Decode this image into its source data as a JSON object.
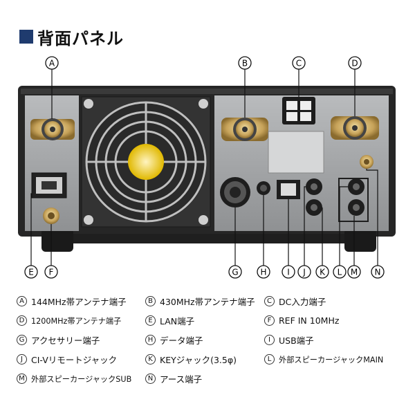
{
  "title": "背面パネル",
  "colors": {
    "title_square": "#1f3b6e",
    "chassis": "#2a2a2a",
    "plate": "#a7a9ab"
  },
  "labels": [
    "A",
    "B",
    "C",
    "D",
    "E",
    "F",
    "G",
    "H",
    "I",
    "J",
    "K",
    "L",
    "M",
    "N"
  ],
  "legend": [
    {
      "letter": "A",
      "text": "144MHz帯アンテナ端子"
    },
    {
      "letter": "B",
      "text": "430MHz帯アンテナ端子"
    },
    {
      "letter": "C",
      "text": "DC入力端子"
    },
    {
      "letter": "D",
      "text": "1200MHz帯アンテナ端子"
    },
    {
      "letter": "E",
      "text": "LAN端子"
    },
    {
      "letter": "F",
      "text": "REF IN 10MHz"
    },
    {
      "letter": "G",
      "text": "アクセサリー端子"
    },
    {
      "letter": "H",
      "text": "データ端子"
    },
    {
      "letter": "I",
      "text": "USB端子"
    },
    {
      "letter": "J",
      "text": "CI-Vリモートジャック"
    },
    {
      "letter": "K",
      "text": "KEYジャック(3.5φ)"
    },
    {
      "letter": "L",
      "text": "外部スピーカージャックMAIN"
    },
    {
      "letter": "M",
      "text": "外部スピーカージャックSUB"
    },
    {
      "letter": "N",
      "text": "アース端子"
    }
  ]
}
